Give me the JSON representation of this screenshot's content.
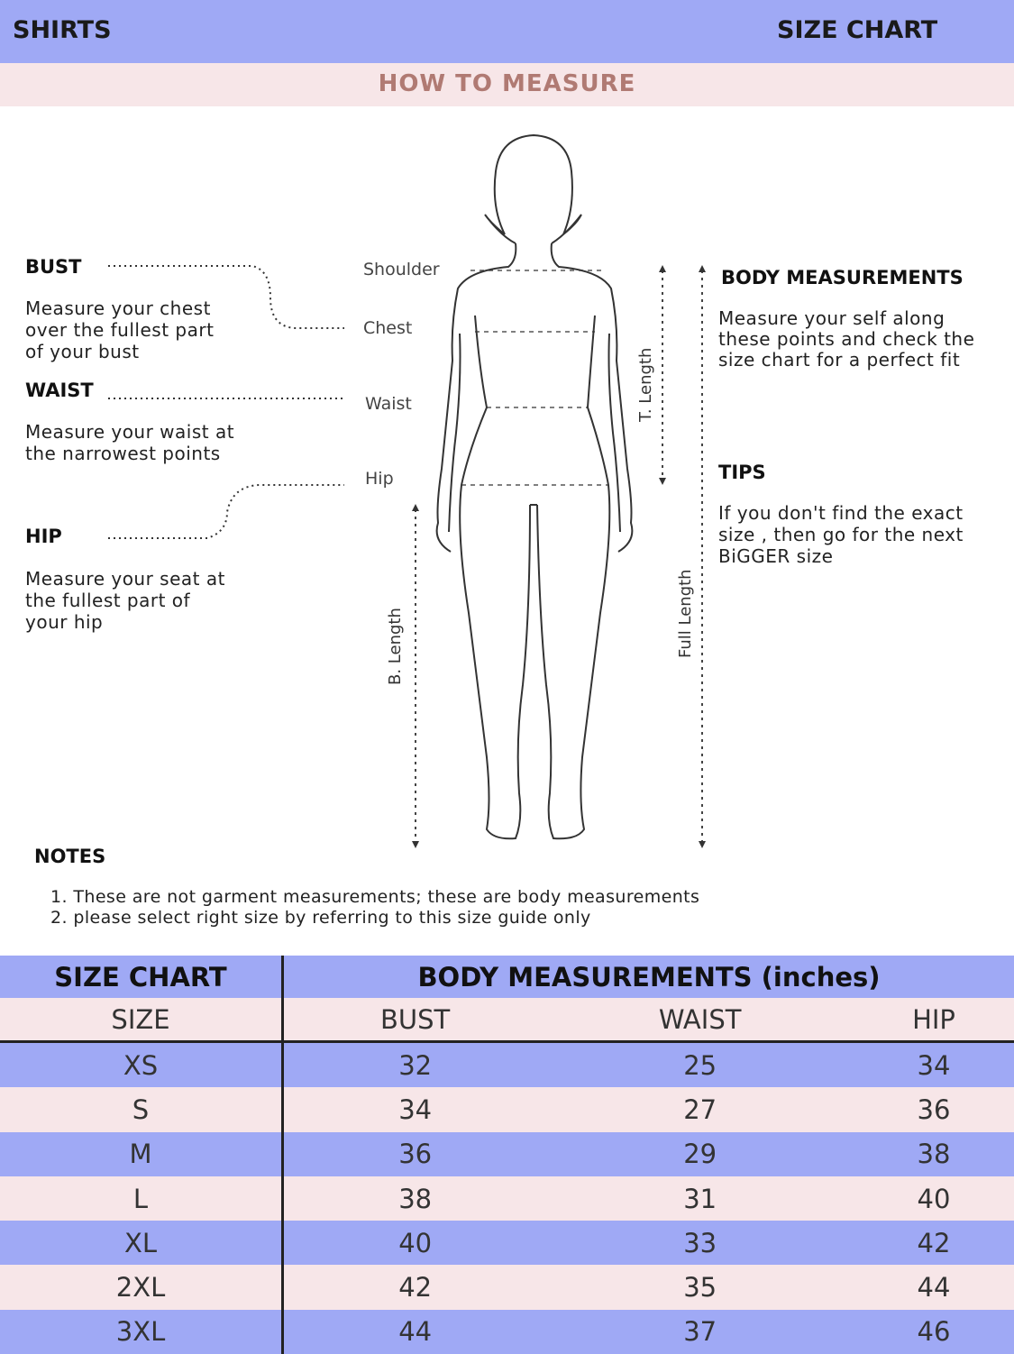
{
  "header": {
    "left": "SHIRTS",
    "right": "SIZE CHART"
  },
  "subheader": "HOW TO  MEASURE",
  "left_guide": [
    {
      "title": "BUST",
      "text": [
        "Measure your chest",
        "over the fullest part",
        "of your bust"
      ]
    },
    {
      "title": "WAIST",
      "text": [
        "Measure your waist at",
        "the narrowest points"
      ]
    },
    {
      "title": "HIP",
      "text": [
        "Measure your seat at",
        "the fullest part of",
        "your hip"
      ]
    }
  ],
  "figure_labels": {
    "shoulder": "Shoulder",
    "chest": "Chest",
    "waist": "Waist",
    "hip": "Hip",
    "t_length": "T. Length",
    "b_length": "B. Length",
    "full_length": "Full Length"
  },
  "right_guide": {
    "body_title": "BODY MEASUREMENTS",
    "body_text": [
      "Measure your self along",
      "these points and check the",
      "size chart for a perfect fit"
    ],
    "tips_title": "TIPS",
    "tips_text": [
      "If you don't find the exact",
      "size , then go for the next",
      "BiGGER size"
    ]
  },
  "notes": {
    "title": "NOTES",
    "items": [
      "1. These are not garment measurements; these are body measurements",
      "2. please select right size by referring to this size guide only"
    ]
  },
  "size_table": {
    "title": "SIZE CHART",
    "group_header": "BODY MEASUREMENTS (inches)",
    "columns": [
      "SIZE",
      "BUST",
      "WAIST",
      "HIP"
    ],
    "rows": [
      [
        "XS",
        "32",
        "25",
        "34"
      ],
      [
        "S",
        "34",
        "27",
        "36"
      ],
      [
        "M",
        "36",
        "29",
        "38"
      ],
      [
        "L",
        "38",
        "31",
        "40"
      ],
      [
        "XL",
        "40",
        "33",
        "42"
      ],
      [
        "2XL",
        "42",
        "35",
        "44"
      ],
      [
        "3XL",
        "44",
        "37",
        "46"
      ]
    ]
  },
  "colors": {
    "blue_band": "#9fa9f5",
    "pink_band": "#f7e6e8",
    "accent_text": "#b07a73"
  }
}
